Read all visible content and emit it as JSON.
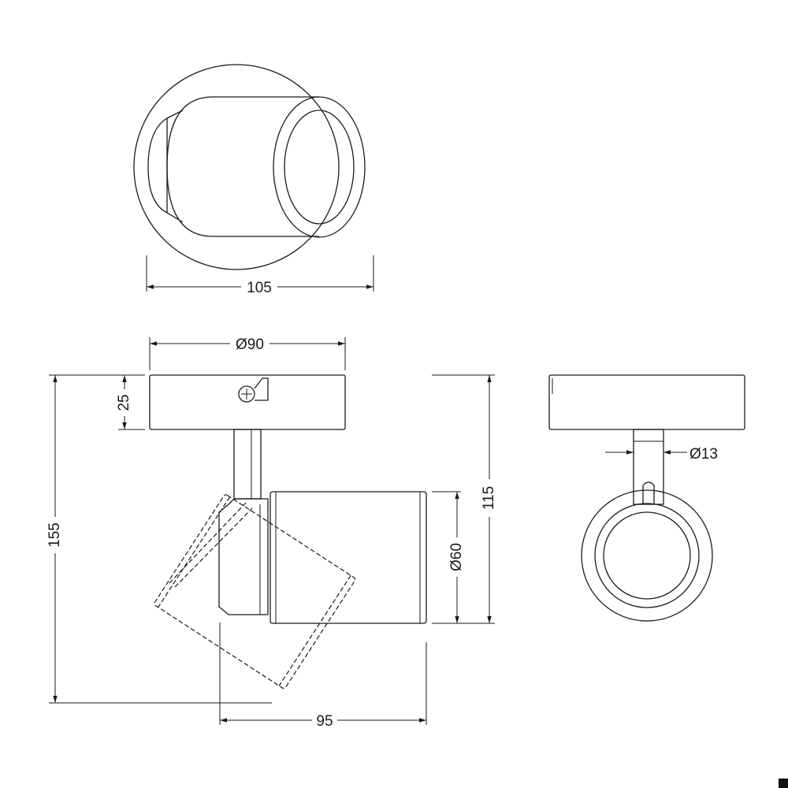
{
  "dimensions": {
    "top_width": "105",
    "plate_diameter": "Ø90",
    "plate_height": "25",
    "total_height": "155",
    "head_height": "115",
    "head_diameter": "Ø60",
    "depth": "95",
    "stem_diameter": "Ø13"
  },
  "colors": {
    "line": "#1a1a1a",
    "background": "#ffffff"
  }
}
